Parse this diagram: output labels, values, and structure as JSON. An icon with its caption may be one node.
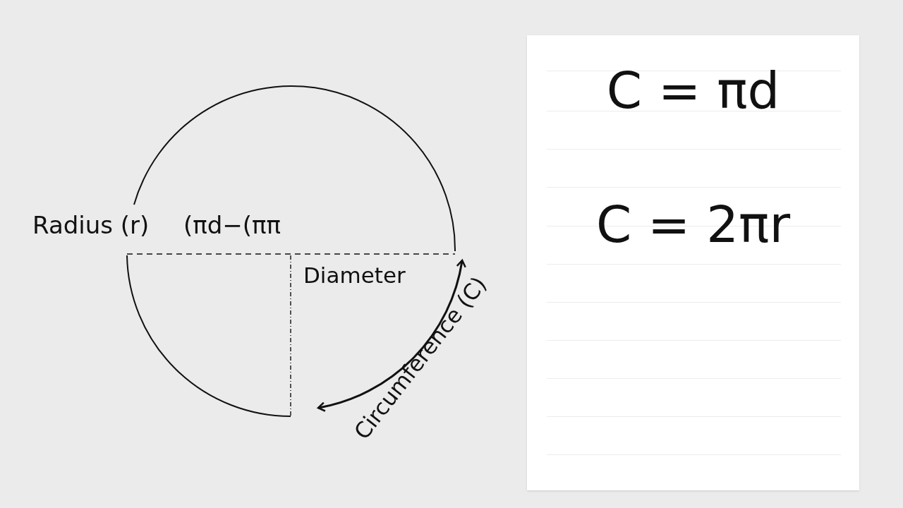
{
  "diagram": {
    "nodes": [
      {
        "text": [
          "C = πd",
          "C = 2πr"
        ]
      }
    ],
    "labels": [
      "Radius (r)",
      "(πd−(ππ",
      "Diameter",
      "Circumference (C)"
    ]
  }
}
